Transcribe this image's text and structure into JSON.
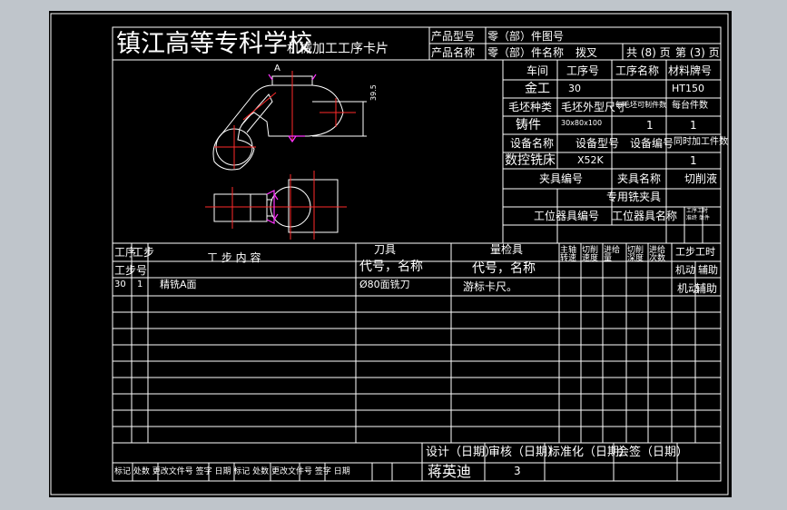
{
  "header": {
    "school": "镇江高等专科学校",
    "card_title": "机械加工工序卡片",
    "product_model_label": "产品型号",
    "part_no_label": "零（部）件图号",
    "product_name_label": "产品名称",
    "part_name_label": "零（部）件名称",
    "part_name_value": "拨叉",
    "total_pages": "共 (8) 页",
    "page_no": "第 (3) 页"
  },
  "info": {
    "workshop_label": "车间",
    "process_no_label": "工序号",
    "process_name_label": "工序名称",
    "material_label": "材料牌号",
    "workshop_value": "金工",
    "process_no_value": "30",
    "material_value": "HT150",
    "blank_type_label": "毛坯种类",
    "blank_size_label": "毛坯外型尺寸",
    "blank_count_label": "每毛坯可制件数",
    "per_unit_label": "每台件数",
    "blank_type_value": "铸件",
    "blank_size_value": "30x80x100",
    "blank_count_value": "1",
    "per_unit_value": "1",
    "equip_name_label": "设备名称",
    "equip_model_label": "设备型号",
    "equip_no_label": "设备编号",
    "simul_label": "同时加工件数",
    "equip_name_value": "数控铣床",
    "equip_model_value": "X52K",
    "simul_value": "1",
    "fixture_no_label": "夹具编号",
    "fixture_name_label": "夹具名称",
    "coolant_label": "切削液",
    "fixture_name_value": "专用铣夹具",
    "station_no_label": "工位器具编号",
    "station_name_label": "工位器具名称",
    "time_label": "工序工时",
    "time_sub": "准终 单件"
  },
  "drawing": {
    "view_label": "A",
    "dim_label": "39.5"
  },
  "steps": {
    "col_no": "工步号",
    "col_no_a": "工序",
    "col_no_b": "工步",
    "col_content": "工 步 内 容",
    "col_tool": "刀具",
    "col_tool_sub": "代号，名称",
    "col_gauge": "量检具",
    "col_gauge_sub": "代号，名称",
    "col_speed": "主轴转速",
    "col_cut_speed": "切削速度",
    "col_feed": "进给量",
    "col_depth": "切削深度",
    "col_passes": "进给次数",
    "col_hours": "工步工时",
    "col_machine": "机动",
    "col_aux": "辅助",
    "row1_process": "30",
    "row1_step": "1",
    "row1_content": "精铣A面",
    "row1_tool": "Ø80面铣刀",
    "row1_gauge": "游标卡尺。",
    "row1_time_machine": "机动",
    "row1_time_aux": "辅助"
  },
  "footer": {
    "design": "设计（日期）",
    "designer": "蒋英迪",
    "review": "审核（日期）",
    "std": "标准化（日期）",
    "sign": "会签（日期）",
    "date_val": "3",
    "rev_row": "标记 处数 更改文件号 签字 日期 标记 处数 更改文件号 签字 日期"
  }
}
